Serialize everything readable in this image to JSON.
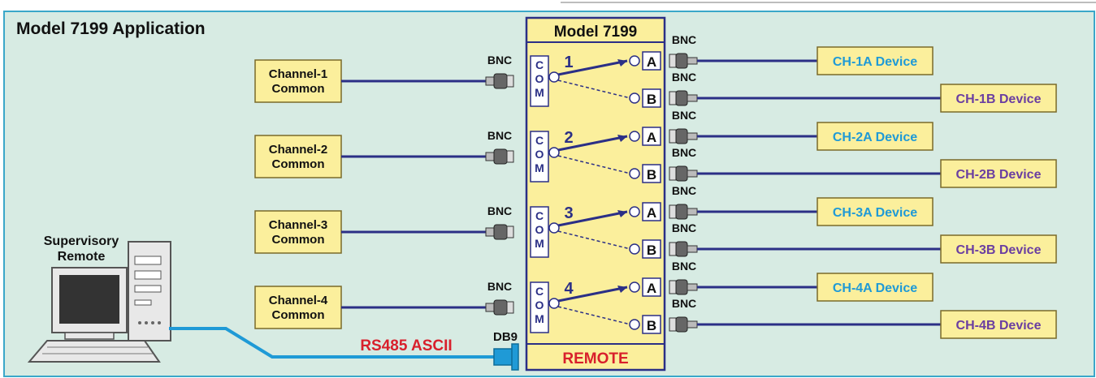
{
  "title": "Model 7199 Application",
  "device": {
    "name": "Model 7199",
    "remote_label": "REMOTE",
    "com_letters": [
      "C",
      "O",
      "M"
    ]
  },
  "connector_label": "BNC",
  "channels": [
    {
      "number": "1",
      "common": [
        "Channel-1",
        "Common"
      ],
      "a_label": "A",
      "b_label": "B",
      "device_a": "CH-1A Device",
      "device_b": "CH-1B Device"
    },
    {
      "number": "2",
      "common": [
        "Channel-2",
        "Common"
      ],
      "a_label": "A",
      "b_label": "B",
      "device_a": "CH-2A Device",
      "device_b": "CH-2B Device"
    },
    {
      "number": "3",
      "common": [
        "Channel-3",
        "Common"
      ],
      "a_label": "A",
      "b_label": "B",
      "device_a": "CH-3A Device",
      "device_b": "CH-3B Device"
    },
    {
      "number": "4",
      "common": [
        "Channel-4",
        "Common"
      ],
      "a_label": "A",
      "b_label": "B",
      "device_a": "CH-4A Device",
      "device_b": "CH-4B Device"
    }
  ],
  "supervisory": [
    "Supervisory",
    "Remote"
  ],
  "rs485_label": "RS485 ASCII",
  "db9_label": "DB9",
  "colors": {
    "background": "#d7ebe3",
    "border": "#3aa7c9",
    "box_fill": "#fbef9c",
    "box_border": "#7a6a2a",
    "wire": "#2b2f86",
    "serial_wire": "#1f9ad6",
    "device_a_text": "#1f9ad6",
    "device_b_text": "#6a3ea1",
    "rs485_text": "#d8202c",
    "switch": "#2b2f86"
  }
}
